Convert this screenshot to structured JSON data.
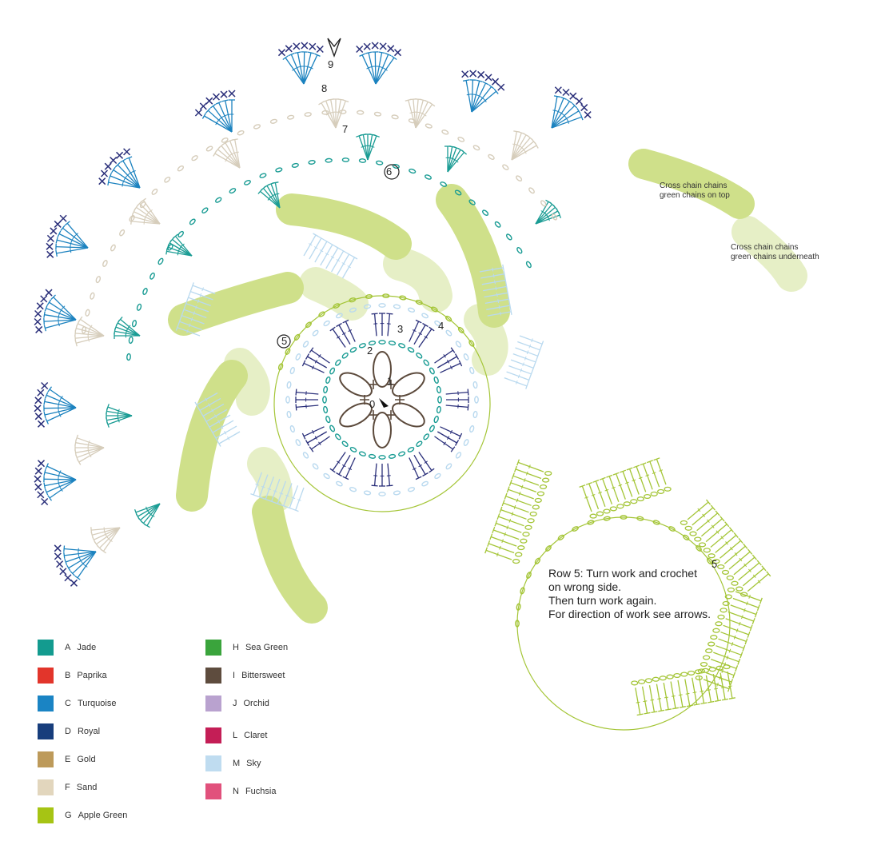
{
  "notes": {
    "top_line1": "Cross chain chains",
    "top_line2": "green chains on top",
    "under_line1": "Cross chain chains",
    "under_line2": "green chains underneath"
  },
  "instruction": {
    "line1": "Row 5: Turn work and crochet",
    "line2": "on wrong side.",
    "line3": "Then turn work again.",
    "line4": "For direction of work see arrows."
  },
  "row_labels": [
    "0",
    "1",
    "2",
    "3",
    "4",
    "5",
    "6",
    "7",
    "8",
    "9"
  ],
  "colors": {
    "jade": "#1a9c94",
    "turquoise": "#1b82bf",
    "royal": "#2a2f7a",
    "sand": "#d6cdbb",
    "sky": "#b9d9ef",
    "apple": "#a4c536",
    "apple_band": "#cfe08a",
    "apple_band_light": "#e6efc6",
    "bittersweet": "#5c4a3c"
  },
  "legend": [
    {
      "code": "A",
      "name": "Jade",
      "color": "#139b8f"
    },
    {
      "code": "B",
      "name": "Paprika",
      "color": "#e2352b"
    },
    {
      "code": "C",
      "name": "Turquoise",
      "color": "#1a84c4"
    },
    {
      "code": "D",
      "name": "Royal",
      "color": "#173d7c"
    },
    {
      "code": "E",
      "name": "Gold",
      "color": "#bd9a5a"
    },
    {
      "code": "F",
      "name": "Sand",
      "color": "#e2d6bd"
    },
    {
      "code": "G",
      "name": "Apple Green",
      "color": "#a6c414"
    },
    {
      "code": "H",
      "name": "Sea Green",
      "color": "#3aa43c"
    },
    {
      "code": "I",
      "name": "Bittersweet",
      "color": "#5e4c3e"
    },
    {
      "code": "J",
      "name": "Orchid",
      "color": "#b9a2cf"
    },
    {
      "code": "L",
      "name": "Claret",
      "color": "#c41e56"
    },
    {
      "code": "M",
      "name": "Sky",
      "color": "#bfdcf0"
    },
    {
      "code": "N",
      "name": "Fuchsia",
      "color": "#e1517c"
    }
  ]
}
